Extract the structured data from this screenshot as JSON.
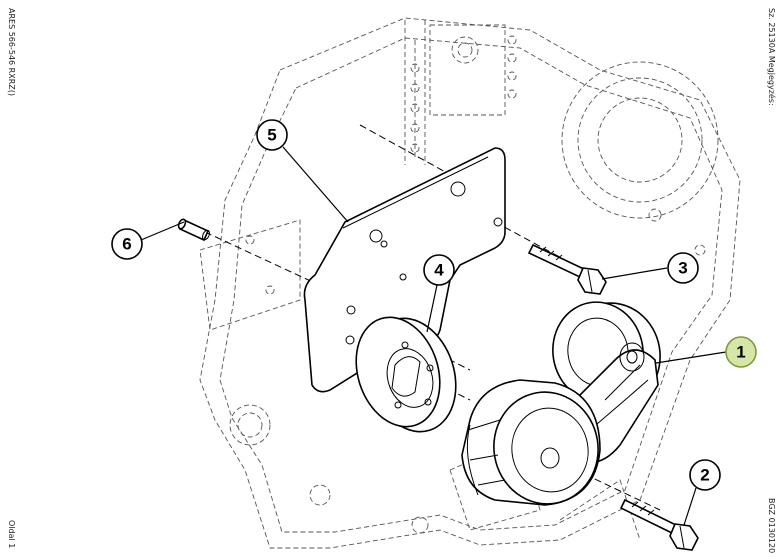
{
  "margin_text": {
    "left_top": "ARES 566-546 RXRZ()",
    "left_bottom": "Oldal 1",
    "right_top": "Sz. 25130A   Megjegyzés:",
    "right_bottom": "BGZ 0130120"
  },
  "callouts": [
    {
      "id": "1",
      "label": "1",
      "highlighted": true
    },
    {
      "id": "2",
      "label": "2",
      "highlighted": false
    },
    {
      "id": "3",
      "label": "3",
      "highlighted": false
    },
    {
      "id": "4",
      "label": "4",
      "highlighted": false
    },
    {
      "id": "5",
      "label": "5",
      "highlighted": false
    },
    {
      "id": "6",
      "label": "6",
      "highlighted": false
    }
  ],
  "colors": {
    "line": "#000000",
    "highlight_fill": "#d6e6a8",
    "highlight_stroke": "#7f9a3a"
  }
}
